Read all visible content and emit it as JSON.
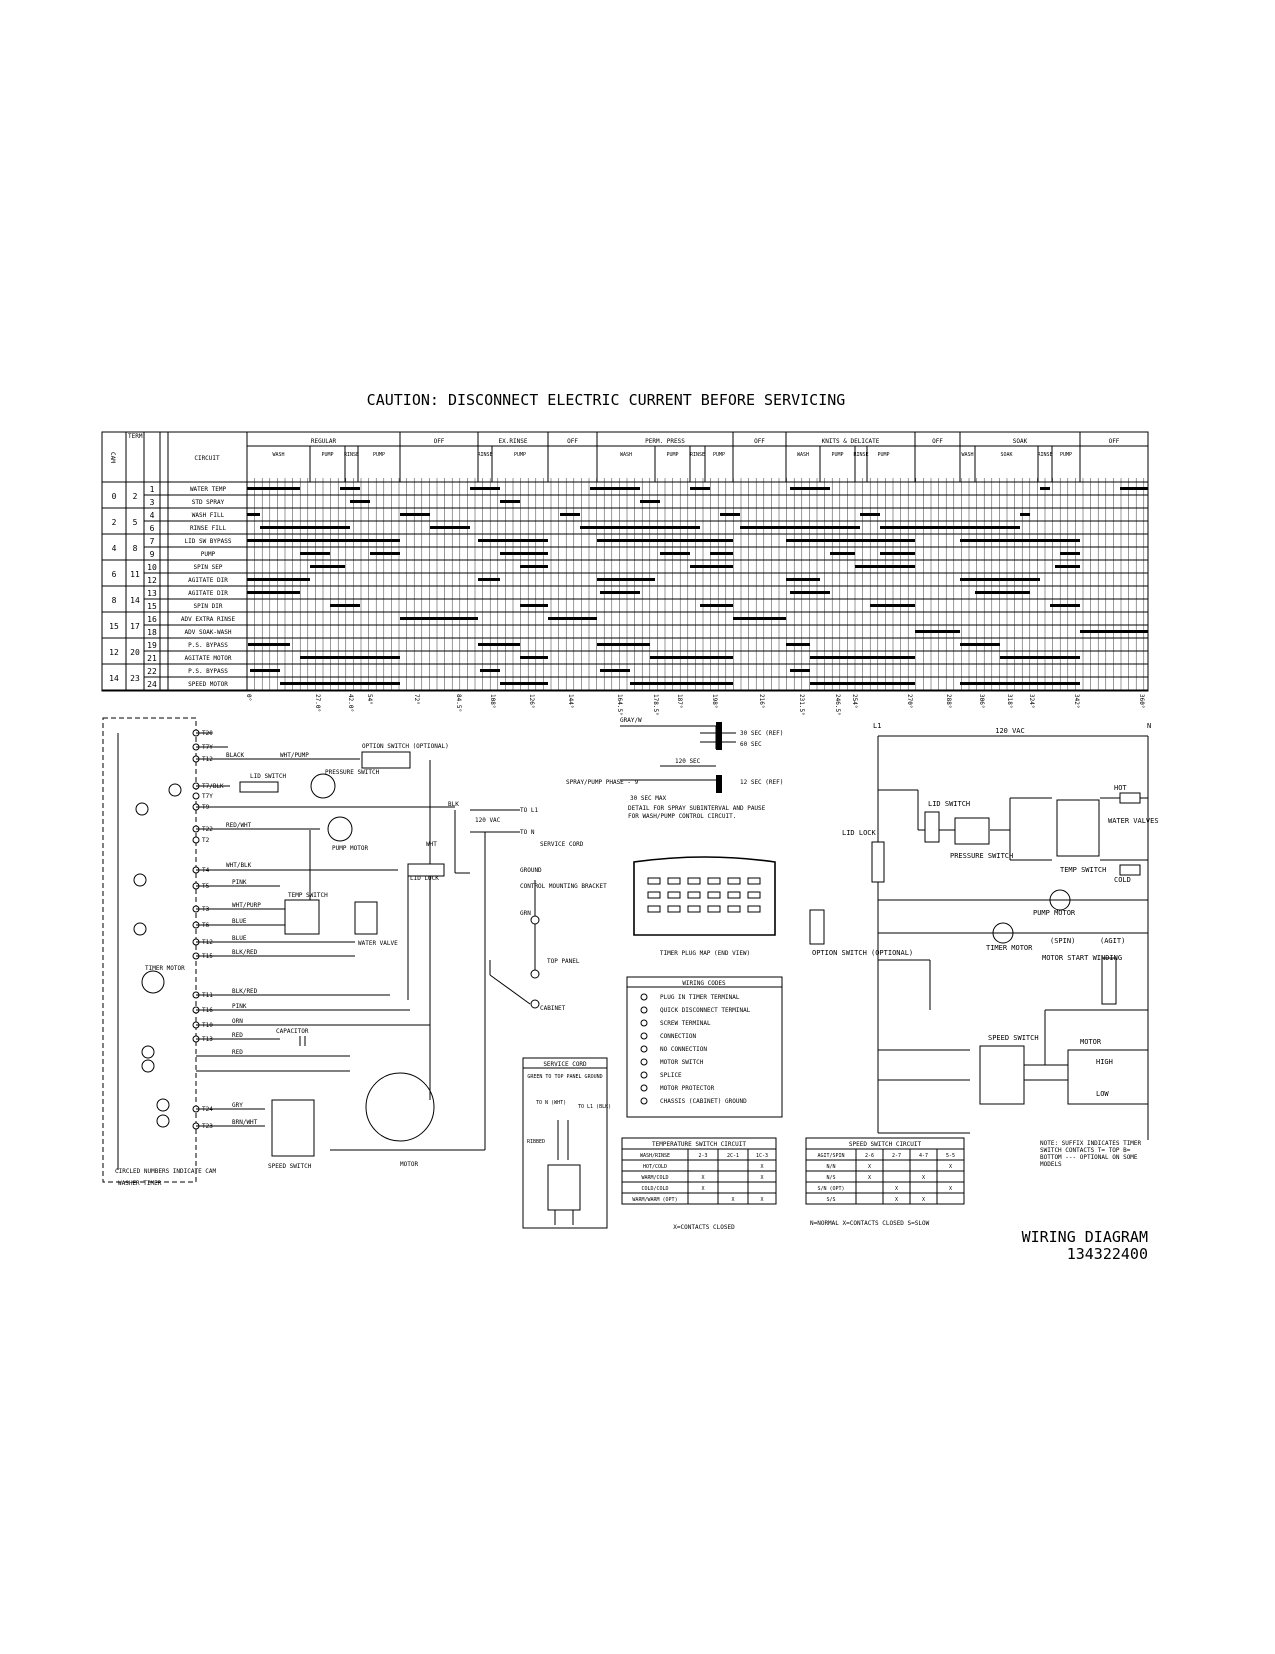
{
  "caution": "CAUTION: DISCONNECT ELECTRIC CURRENT BEFORE SERVICING",
  "title": "WIRING DIAGRAM",
  "part_number": "134322400",
  "timer_chart": {
    "headers": {
      "cam": "CAM",
      "term": "TERM",
      "circuit": "CIRCUIT",
      "cycles": [
        "REGULAR",
        "OFF",
        "EX.RINSE",
        "OFF",
        "PERM. PRESS",
        "OFF",
        "KNITS & DELICATE",
        "OFF",
        "SOAK",
        "OFF"
      ]
    },
    "subheaders": [
      "WASH",
      "PUMP",
      "RINSE",
      "PUMP",
      "RINSE",
      "PUMP",
      "WASH",
      "PUMP",
      "RINSE",
      "PUMP",
      "WASH",
      "PUMP",
      "RINSE",
      "PUMP",
      "WASH",
      "SOAK",
      "RINSE",
      "PUMP"
    ],
    "rows": [
      {
        "cam": "0",
        "term_a": "2",
        "term_b": "1",
        "circuit": "WATER TEMP"
      },
      {
        "cam": "",
        "term_a": "",
        "term_b": "3",
        "circuit": "STD SPRAY"
      },
      {
        "cam": "2",
        "term_a": "5",
        "term_b": "4",
        "circuit": "WASH FILL"
      },
      {
        "cam": "",
        "term_a": "",
        "term_b": "6",
        "circuit": "RINSE FILL"
      },
      {
        "cam": "4",
        "term_a": "8",
        "term_b": "7",
        "circuit": "LID SW BYPASS"
      },
      {
        "cam": "",
        "term_a": "",
        "term_b": "9",
        "circuit": "PUMP"
      },
      {
        "cam": "6",
        "term_a": "11",
        "term_b": "10",
        "circuit": "SPIN SEP"
      },
      {
        "cam": "",
        "term_a": "",
        "term_b": "12",
        "circuit": "AGITATE DIR"
      },
      {
        "cam": "8",
        "term_a": "14",
        "term_b": "13",
        "circuit": "AGITATE DIR"
      },
      {
        "cam": "",
        "term_a": "",
        "term_b": "15",
        "circuit": "SPIN DIR"
      },
      {
        "cam": "15",
        "term_a": "17",
        "term_b": "16",
        "circuit": "ADV EXTRA RINSE"
      },
      {
        "cam": "",
        "term_a": "",
        "term_b": "18",
        "circuit": "ADV SOAK-WASH"
      },
      {
        "cam": "12",
        "term_a": "20",
        "term_b": "19",
        "circuit": "P.S. BYPASS"
      },
      {
        "cam": "",
        "term_a": "",
        "term_b": "21",
        "circuit": "AGITATE MOTOR"
      },
      {
        "cam": "14",
        "term_a": "23",
        "term_b": "22",
        "circuit": "P.S. BYPASS"
      },
      {
        "cam": "",
        "term_a": "",
        "term_b": "24",
        "circuit": "SPEED MOTOR"
      }
    ],
    "degree_ticks": [
      "0°",
      "27.0°",
      "42.0°",
      "54°",
      "72°",
      "84.5°",
      "108°",
      "126°",
      "144°",
      "164.5°",
      "178.5°",
      "187°",
      "198°",
      "216°",
      "231.5°",
      "246.5°",
      "254°",
      "270°",
      "288°",
      "306°",
      "318°",
      "324°",
      "342°",
      "360°"
    ]
  },
  "timer_plug": {
    "labels": [
      "GRAY/W",
      "30 SEC (REF)",
      "60 SEC",
      "120 SEC",
      "12 SEC (REF)",
      "30 SEC MAX"
    ],
    "spray_label": "SPRAY/PUMP PHASE - 9",
    "note": "DETAIL FOR SPRAY SUBINTERVAL AND PAUSE FOR WASH/PUMP CONTROL CIRCUIT.",
    "caption": "TIMER PLUG MAP (END VIEW)"
  },
  "left_schematic": {
    "timer_terminals": [
      "T20",
      "T7Y",
      "T12",
      "T7/BLK",
      "T7Y",
      "T9",
      "T22",
      "T2",
      "T4",
      "T5",
      "T3",
      "T6",
      "T12",
      "T15",
      "T11",
      "T16",
      "T10",
      "T13",
      "T24",
      "T23"
    ],
    "wire_labels": [
      "BLACK",
      "WHT/PUMP",
      "RED/WHT",
      "WHT/BLK",
      "PINK",
      "WHT/PURP",
      "BLUE",
      "BLUE",
      "BLK/RED",
      "BLK/RED",
      "PINK",
      "ORN",
      "RED",
      "RED",
      "GRY",
      "BRN/WHT"
    ],
    "components": [
      "LID SWITCH",
      "PRESSURE SWITCH",
      "OPTION SWITCH (OPTIONAL)",
      "PUMP MOTOR",
      "LID LOCK",
      "TEMP SWITCH",
      "WATER VALVE",
      "CAPACITOR",
      "SPEED SWITCH",
      "MOTOR",
      "TIMER MOTOR"
    ],
    "labels_misc": [
      "BLK",
      "WHT",
      "120 VAC",
      "TO L1",
      "TO N",
      "SERVICE CORD",
      "GROUND",
      "CONTROL MOUNTING BRACKET",
      "GRN",
      "TOP PANEL",
      "CABINET",
      "CIRCLED NUMBERS INDICATE CAM",
      "WASHER TIMER"
    ]
  },
  "wiring_codes": {
    "title": "WIRING CODES",
    "items": [
      "PLUG IN TIMER TERMINAL",
      "QUICK DISCONNECT TERMINAL",
      "SCREW TERMINAL",
      "CONNECTION",
      "NO CONNECTION",
      "MOTOR SWITCH",
      "SPLICE",
      "MOTOR PROTECTOR",
      "CHASSIS (CABINET) GROUND"
    ]
  },
  "service_cord": {
    "title": "SERVICE CORD",
    "lines": [
      "GREEN TO TOP PANEL GROUND",
      "TO N (WHT)",
      "TO L1 (BLK)",
      "RIBBED"
    ]
  },
  "temp_table": {
    "title": "TEMPERATURE SWITCH CIRCUIT",
    "headers": [
      "WASH/RINSE",
      "2-3",
      "2C-1",
      "1C-3"
    ],
    "rows": [
      [
        "HOT/COLD",
        "",
        "",
        "X"
      ],
      [
        "WARM/COLD",
        "X",
        "",
        "X"
      ],
      [
        "COLD/COLD",
        "X",
        "",
        ""
      ],
      [
        "WARM/WARM (OPT)",
        "",
        "X",
        "X"
      ]
    ],
    "note": "X=CONTACTS CLOSED"
  },
  "speed_table": {
    "title": "SPEED SWITCH CIRCUIT",
    "headers": [
      "AGIT/SPIN",
      "2-6",
      "2-7",
      "4-7",
      "5-5"
    ],
    "rows": [
      [
        "N/N",
        "X",
        "",
        "",
        "X"
      ],
      [
        "N/S",
        "X",
        "",
        "X",
        ""
      ],
      [
        "S/N (OPT)",
        "",
        "X",
        "",
        "X"
      ],
      [
        "S/S",
        "",
        "X",
        "X",
        ""
      ]
    ],
    "note": "N=NORMAL   X=CONTACTS CLOSED   S=SLOW"
  },
  "ladder": {
    "supply": "120 VAC",
    "l1": "L1",
    "n": "N",
    "components": [
      "LID LOCK",
      "LID SWITCH",
      "PRESSURE SWITCH",
      "TEMP SWITCH",
      "WATER VALVES",
      "HOT",
      "COLD",
      "PUMP MOTOR",
      "TIMER MOTOR",
      "OPTION SWITCH (OPTIONAL)",
      "MOTOR START WINDING",
      "SPEED SWITCH",
      "MOTOR",
      "(SPIN)",
      "(AGIT)",
      "HIGH",
      "LOW"
    ],
    "note": "NOTE: SUFFIX INDICATES TIMER SWITCH CONTACTS T= TOP B= BOTTOM --- OPTIONAL ON SOME MODELS"
  }
}
